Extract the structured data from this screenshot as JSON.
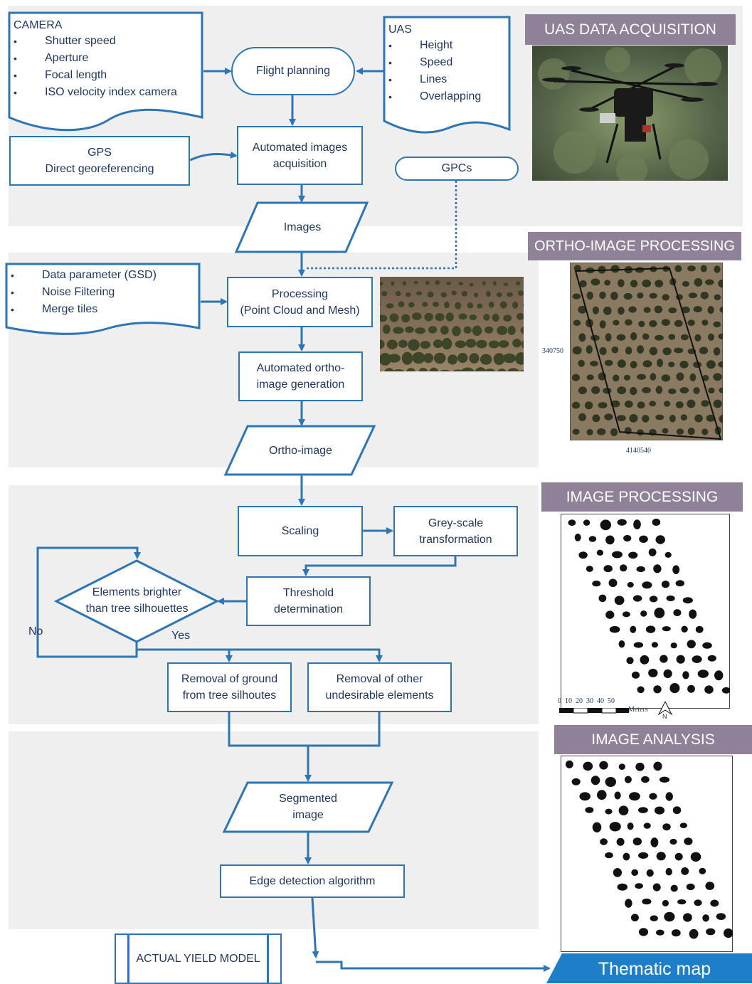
{
  "sections": {
    "uas": "UAS DATA ACQUISITION",
    "ortho": "ORTHO-IMAGE PROCESSING",
    "image_processing": "IMAGE PROCESSING",
    "image_analysis": "IMAGE ANALYSIS"
  },
  "camera": {
    "title": "CAMERA",
    "items": [
      "Shutter speed",
      "Aperture",
      "Focal length",
      "ISO velocity index camera"
    ]
  },
  "uas_doc": {
    "title": "UAS",
    "items": [
      "Height",
      "Speed",
      "Lines",
      "Overlapping"
    ]
  },
  "processing_doc": {
    "items": [
      "Data parameter (GSD)",
      "Noise Filtering",
      "Merge tiles"
    ]
  },
  "nodes": {
    "flight_planning": "Flight planning",
    "gps": "GPS\nDirect georeferencing",
    "acquisition": "Automated images\nacquisition",
    "gpcs": "GPCs",
    "images": "Images",
    "processing": "Processing\n(Point Cloud and Mesh)",
    "ortho_generation": "Automated ortho-\nimage generation",
    "ortho_image": "Ortho-image",
    "scaling": "Scaling",
    "grey_scale": "Grey-scale\ntransformation",
    "threshold": "Threshold\ndetermination",
    "decision": "Elements brighter\nthan tree silhouettes",
    "no": "No",
    "yes": "Yes",
    "removal_ground": "Removal of ground\nfrom tree silhoutes",
    "removal_other": "Removal of other\nundesirable elements",
    "segmented": "Segmented\nimage",
    "edge": "Edge detection algorithm",
    "yield_model": "ACTUAL YIELD MODEL",
    "thematic_map": "Thematic map"
  },
  "ortho_map": {
    "y_coord": "340750",
    "x_coord": "4140540"
  },
  "scale_bar": {
    "ticks": "0  10  20  30  40  50",
    "unit": "Meters",
    "north": "N"
  },
  "colors": {
    "flow_blue": "#2e75b6",
    "text_navy": "#1f3864",
    "section_label": "#8f8197",
    "band_grey": "#efefef"
  }
}
